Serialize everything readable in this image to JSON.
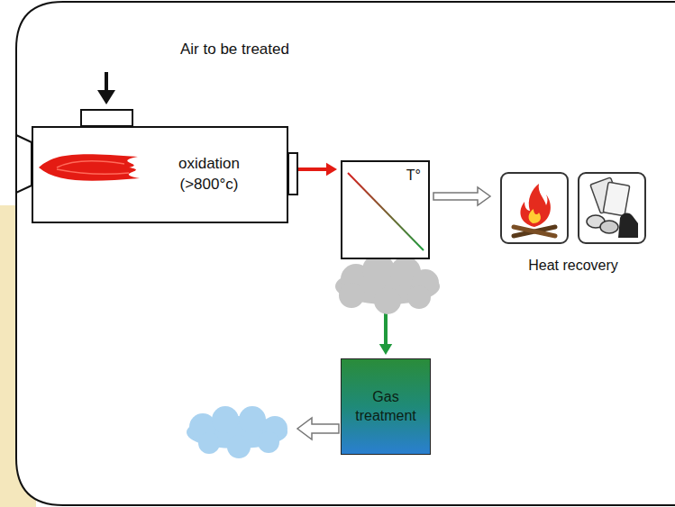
{
  "diagram": {
    "nodes": [
      {
        "text": [
          "oxidation (>800°c)"
        ]
      },
      {
        "text": [
          "T°"
        ]
      },
      {
        "text": [
          "Heat recovery"
        ]
      },
      {
        "text": [
          "Gas treatment"
        ]
      }
    ],
    "edges": [
      {
        "from": 0,
        "to": 1,
        "arrow": "to"
      },
      {
        "from": 1,
        "to": 2,
        "arrow": "to"
      },
      {
        "from": 1,
        "to": 3,
        "arrow": "to"
      }
    ],
    "labels": [
      "Air to be treated"
    ]
  }
}
